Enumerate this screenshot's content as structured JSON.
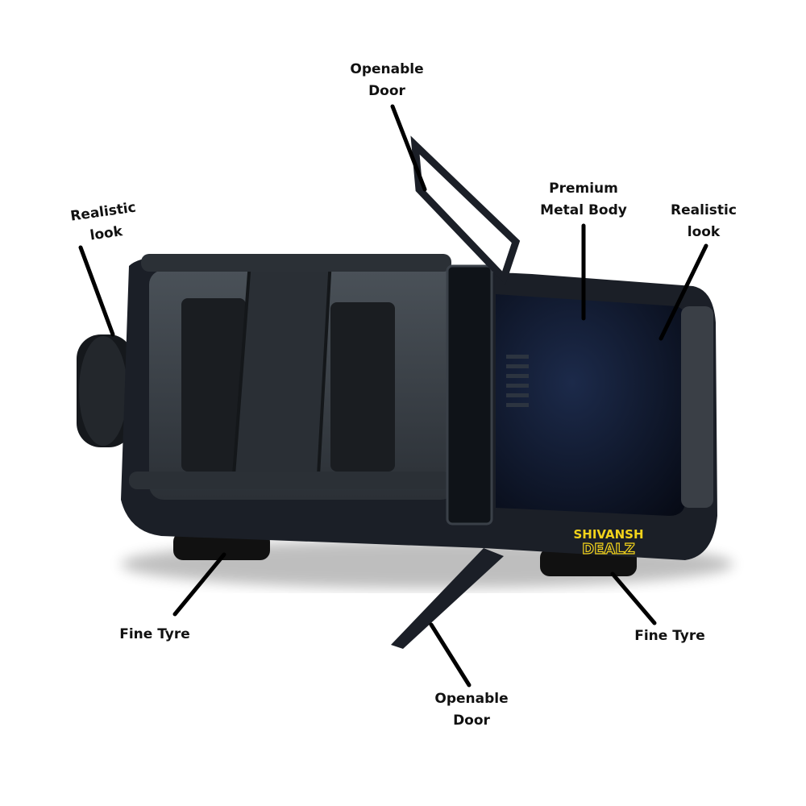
{
  "callouts": {
    "door_top": {
      "line1": "Openable",
      "line2": "Door"
    },
    "metal_body": {
      "line1": "Premium",
      "line2": "Metal Body"
    },
    "look_right": {
      "line1": "Realistic",
      "line2": "look"
    },
    "look_left": {
      "line1": "Realistic",
      "line2": "look"
    },
    "tyre_left": {
      "text": "Fine Tyre"
    },
    "tyre_right": {
      "text": "Fine Tyre"
    },
    "door_bottom": {
      "line1": "Openable",
      "line2": "Door"
    }
  },
  "brand": {
    "line1": "SHIVANSH",
    "line2": "DEALZ",
    "color": "#f2d21b"
  },
  "colors": {
    "body": "#1b1f27",
    "hood": "#0c1428",
    "cabin": "#3a4046"
  }
}
